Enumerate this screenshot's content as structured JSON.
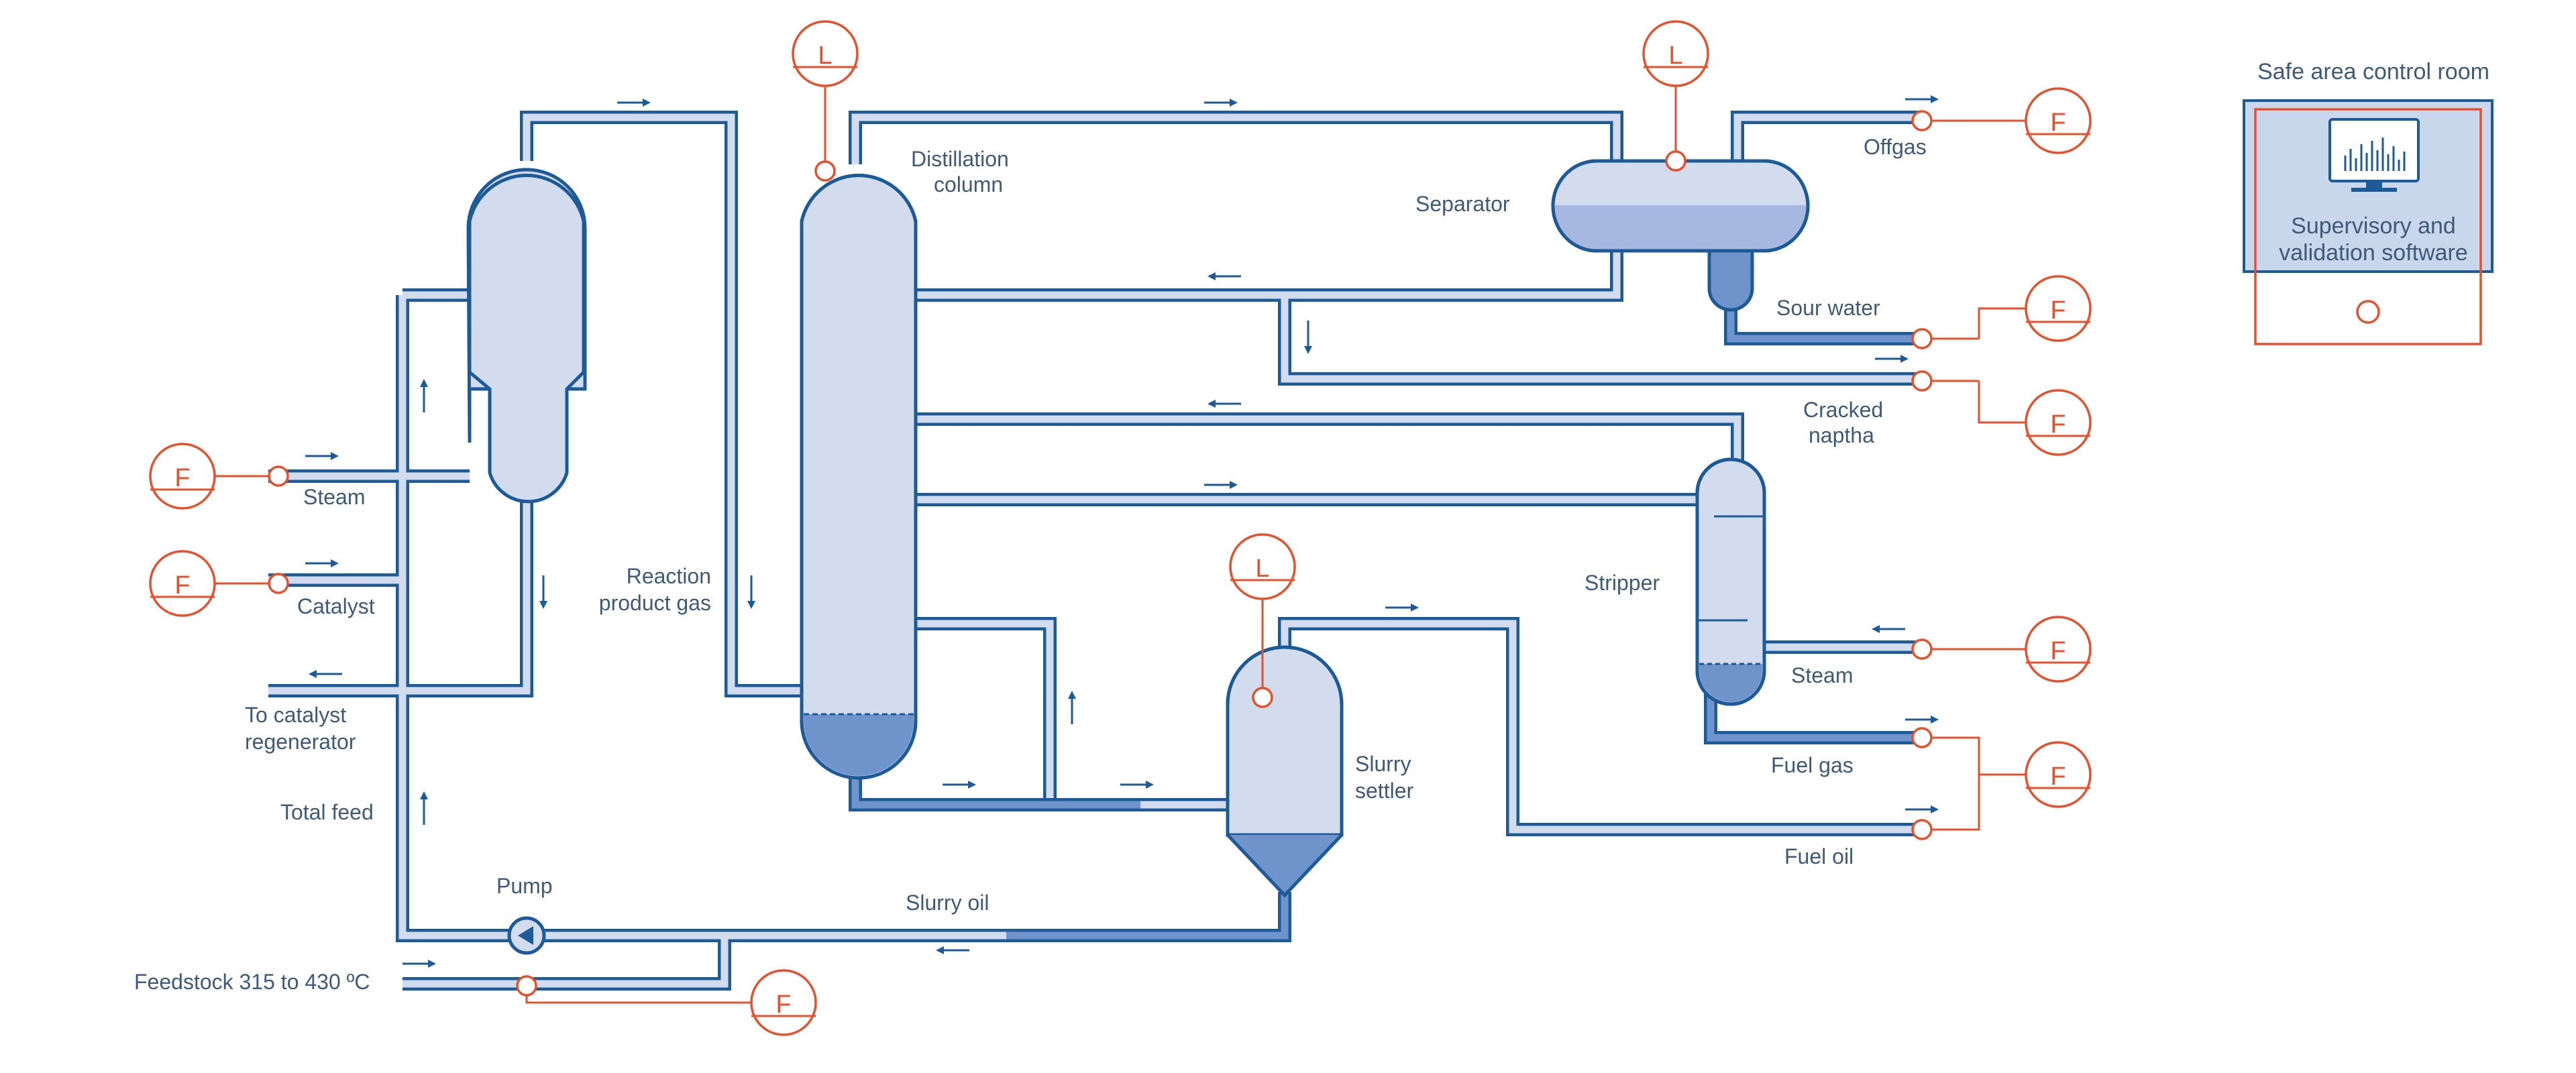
{
  "labels": {
    "distillation_column": [
      "Distillation",
      "column"
    ],
    "separator": "Separator",
    "offgas": "Offgas",
    "sour_water": "Sour water",
    "cracked_naptha": [
      "Cracked",
      "naptha"
    ],
    "stripper": "Stripper",
    "steam_stripper": "Steam",
    "fuel_gas": "Fuel gas",
    "fuel_oil": "Fuel oil",
    "slurry_settler": [
      "Slurry",
      "settler"
    ],
    "slurry_oil": "Slurry oil",
    "reaction_product_gas": [
      "Reaction",
      "product gas"
    ],
    "steam_left": "Steam",
    "catalyst": "Catalyst",
    "to_catalyst_regenerator": [
      "To catalyst",
      "regenerator"
    ],
    "total_feed": "Total feed",
    "pump": "Pump",
    "feedstock": "Feedstock 315 to 430 ºC"
  },
  "instruments": {
    "flow_symbol": "F",
    "level_symbol": "L"
  },
  "control_room": {
    "title": "Safe area control room",
    "software": [
      "Supervisory and",
      "validation software"
    ]
  },
  "colors": {
    "pipe": "#1c5a98",
    "vessel_fill": "#d3dcee",
    "liquid": "#6f94cc",
    "instrument": "#e4512c",
    "text": "#3f5a78"
  },
  "icons": [
    "monitor-icon",
    "flow-arrow-icon",
    "pump-icon"
  ]
}
